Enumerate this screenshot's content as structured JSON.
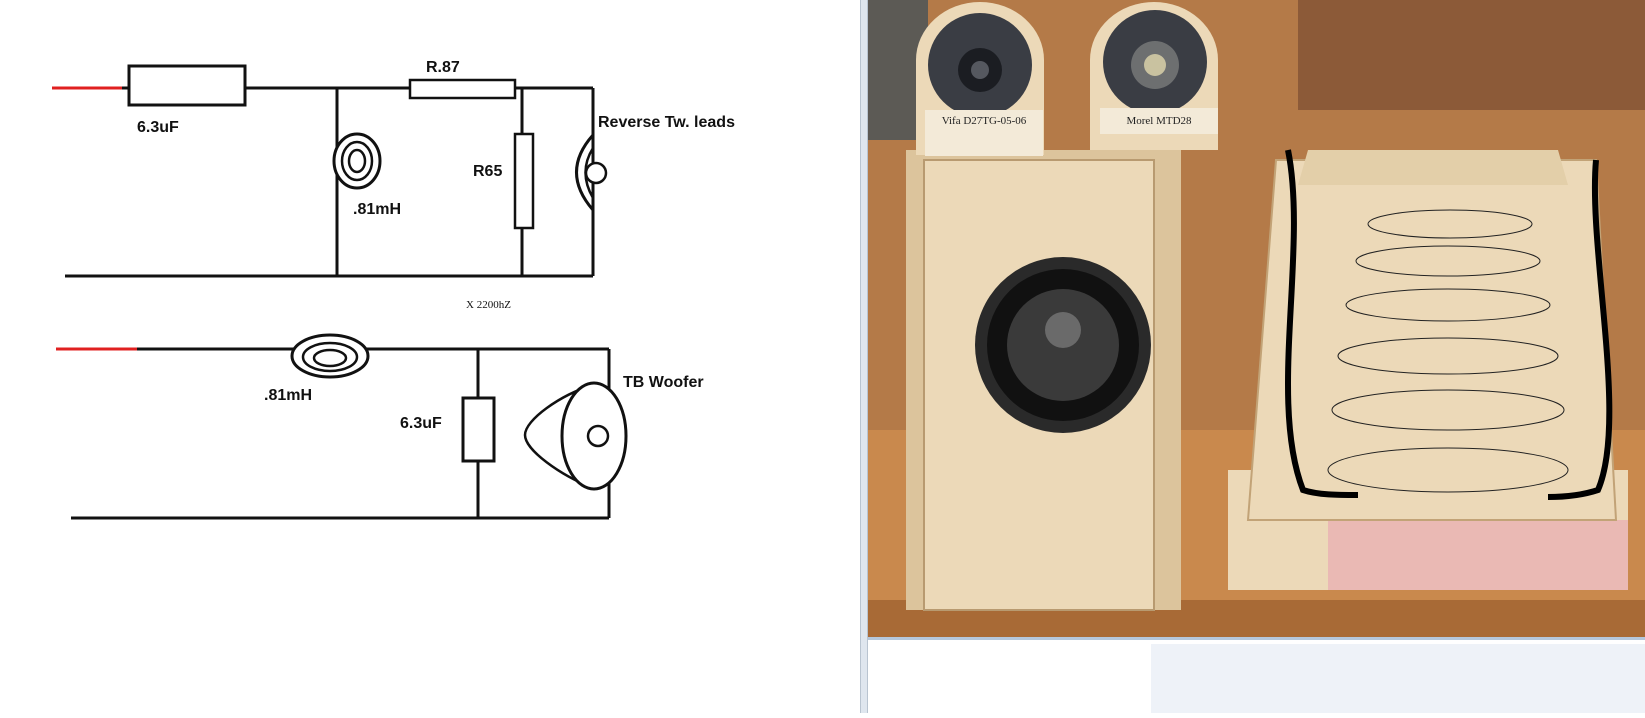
{
  "tweeter_circuit": {
    "capacitor_label": "6.3uF",
    "resistor_series_label": "R.87",
    "inductor_label": ".81mH",
    "resistor_shunt_label": "R65",
    "speaker_label": "Reverse Tw. leads"
  },
  "crossover_label": "X 2200hZ",
  "woofer_circuit": {
    "inductor_label": ".81mH",
    "capacitor_label": "6.3uF",
    "speaker_label": "TB Woofer"
  },
  "photo": {
    "left_tweeter_label": "Vifa D27TG-05-06",
    "right_tweeter_label": "Morel MTD28"
  },
  "colors": {
    "signal_lead": "#e02020",
    "wire": "#111111",
    "cabinet": "#ecd9b8",
    "background_wood": "#c58a54"
  }
}
